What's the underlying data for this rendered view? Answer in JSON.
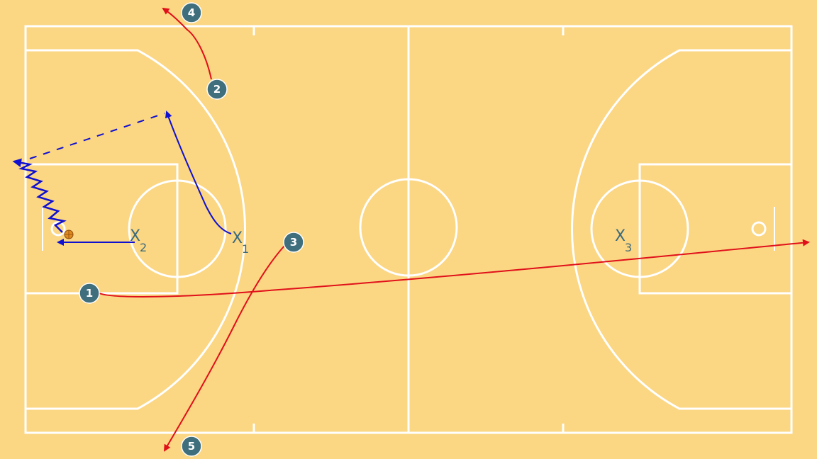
{
  "colors": {
    "court_background": "#fbd683",
    "court_lines": "#ffffff",
    "offense_path": "#e0101a",
    "defense_path": "#1010d0",
    "player_marker": "#3f6e7c",
    "defender_text": "#3d6b7c",
    "ball": "#e08a1e"
  },
  "offense": [
    {
      "label": "1"
    },
    {
      "label": "2"
    },
    {
      "label": "3"
    },
    {
      "label": "4"
    },
    {
      "label": "5"
    }
  ],
  "defense": [
    {
      "label": "X",
      "sub": "1"
    },
    {
      "label": "X",
      "sub": "2"
    },
    {
      "label": "X",
      "sub": "3"
    }
  ],
  "icons": {
    "ball": "basketball-icon"
  }
}
